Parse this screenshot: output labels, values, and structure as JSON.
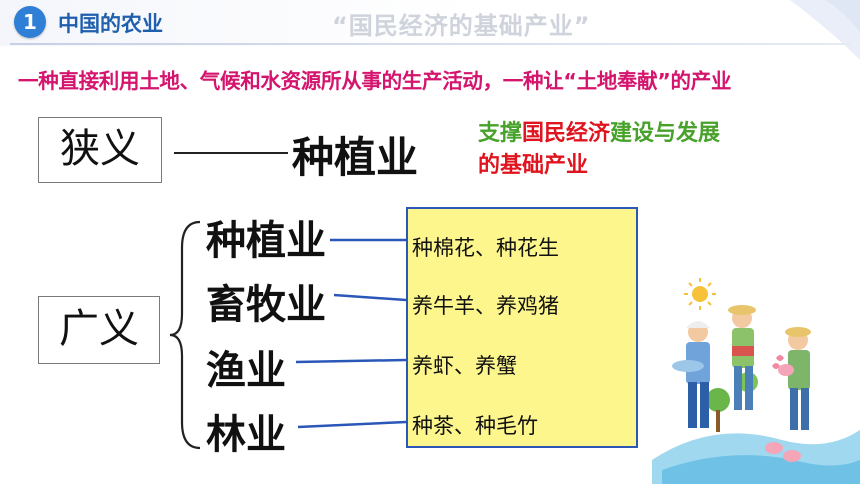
{
  "header": {
    "section_number": "1",
    "section_title": "中国的农业",
    "slogan": "“国民经济的基础产业”"
  },
  "definition": "一种直接利用土地、气候和水资源所从事的生产活动，一种让“土地奉献”的产业",
  "narrow": {
    "label": "狭义",
    "dash": "———",
    "term": "种植业",
    "role_part1": "支撑",
    "role_part2": "国民经济",
    "role_part3": "建设与发展",
    "role_line2": "的基础产业"
  },
  "broad": {
    "label": "广义",
    "items": [
      {
        "sector": "种植业",
        "example": "种棉花、种花生"
      },
      {
        "sector": "畜牧业",
        "example": "养牛羊、养鸡猪"
      },
      {
        "sector": "渔业",
        "example": "养虾、养蟹"
      },
      {
        "sector": "林业",
        "example": "种茶、种毛竹"
      }
    ]
  },
  "colors": {
    "title_blue": "#1f5fae",
    "definition_magenta": "#d4146d",
    "role_green": "#47a12a",
    "role_red": "#e0141e",
    "examples_fill": "#fdf68c",
    "connector_blue": "#2b57b8"
  },
  "icons": [
    "number-badge-icon",
    "brace-icon",
    "farmers-illustration-icon"
  ]
}
